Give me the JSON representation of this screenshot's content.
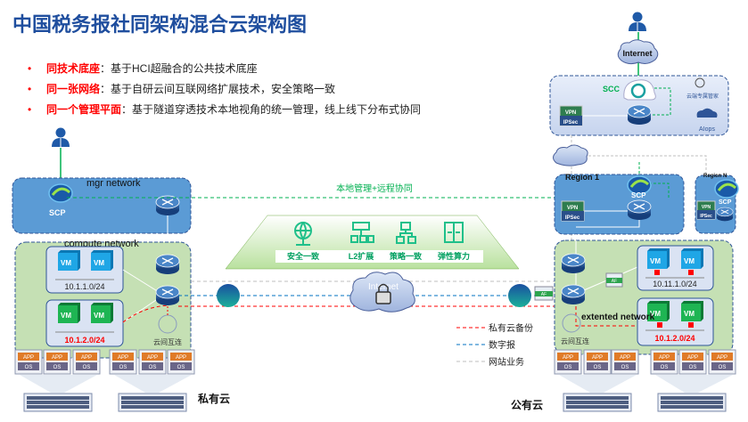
{
  "title": "中国税务报社同架构混合云架构图",
  "bullets": [
    {
      "key": "同技术底座",
      "text": "：基于HCI超融合的公共技术底座"
    },
    {
      "key": "同一张网络",
      "text": "：基于自研云间互联网络扩展技术，安全策略一致"
    },
    {
      "key": "同一个管理平面",
      "text": "：基于隧道穿透技术本地视角的统一管理，线上线下分布式协同"
    }
  ],
  "private_cloud": {
    "label": "私有云",
    "mgr_network": "mgr network",
    "scp": "SCP",
    "compute_network": "compute network",
    "vm": "VM",
    "subnet1": "10.1.1.0/24",
    "subnet2": "10.1.2.0/24",
    "interconnect": "云间互连",
    "app": "APP",
    "os": "OS"
  },
  "center": {
    "mgmt_label": "本地管理+远程协同",
    "features": [
      "安全一致",
      "L2扩展",
      "策略一致",
      "弹性算力"
    ],
    "internet": "Internet",
    "legend": [
      {
        "label": "私有云备份",
        "color": "#ff0000"
      },
      {
        "label": "数字报",
        "color": "#0070c0"
      },
      {
        "label": "网站业务",
        "color": "#bfbfbf"
      }
    ]
  },
  "public_cloud": {
    "label": "公有云",
    "internet": "Internet",
    "scc": "SCC",
    "butler": "云端专属管家",
    "aiops": "AIops",
    "vpn": "VPN",
    "ipsec": "IPSec",
    "region1": "Region 1",
    "regionN": "Region N",
    "scp": "SCP",
    "af": "AF",
    "subnet1": "10.11.1.0/24",
    "subnet2": "10.1.2.0/24",
    "extended": "extented network",
    "interconnect": "云间互连"
  },
  "colors": {
    "title": "#1f4e9e",
    "accent_red": "#ff0000",
    "green": "#00b050",
    "blue_box": "#5b9bd5",
    "green_box": "#c5e0b4"
  }
}
